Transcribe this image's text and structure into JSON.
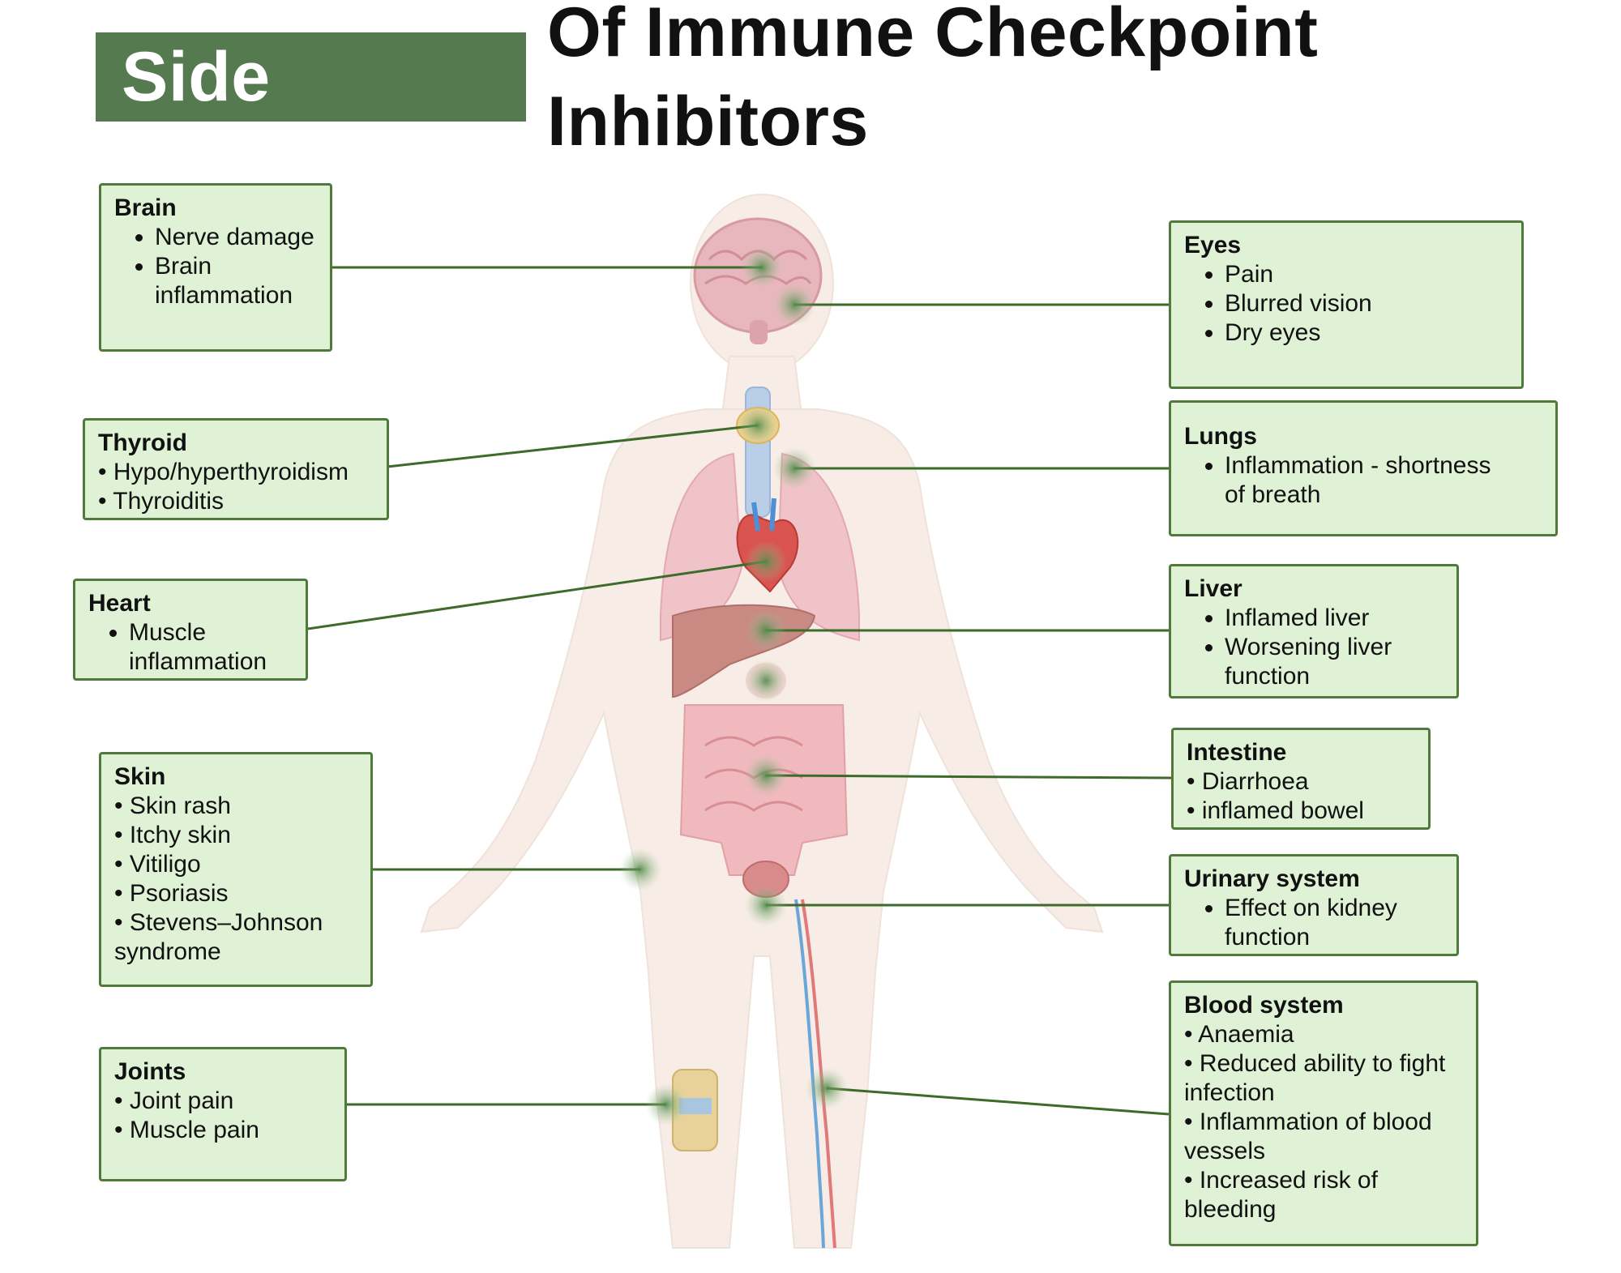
{
  "title": {
    "highlight": "Side Effects",
    "rest": "Of Immune Checkpoint Inhibitors"
  },
  "colors": {
    "accent": "#557a4f",
    "box_fill": "#e0f2d6",
    "box_border": "#4f7a3c",
    "leader": "#3d6b2a"
  },
  "callouts": {
    "brain": {
      "heading": "Brain",
      "items": [
        "Nerve damage",
        "Brain inflammation"
      ]
    },
    "thyroid": {
      "heading": "Thyroid",
      "lines": [
        "• Hypo/hyperthyroidism",
        "• Thyroiditis"
      ]
    },
    "heart": {
      "heading": "Heart",
      "items": [
        "Muscle inflammation"
      ]
    },
    "skin": {
      "heading": "Skin",
      "lines": [
        "• Skin rash",
        "• Itchy skin",
        "• Vitiligo",
        "• Psoriasis",
        "• Stevens–Johnson syndrome"
      ]
    },
    "joints": {
      "heading": "Joints",
      "lines": [
        "• Joint pain",
        "• Muscle pain"
      ]
    },
    "eyes": {
      "heading": "Eyes",
      "items": [
        "Pain",
        "Blurred vision",
        "Dry eyes"
      ]
    },
    "lungs": {
      "heading": "Lungs",
      "items": [
        "Inflammation - shortness of breath"
      ]
    },
    "liver": {
      "heading": "Liver",
      "items": [
        "Inflamed liver",
        "Worsening liver function"
      ]
    },
    "intestine": {
      "heading": "Intestine",
      "lines": [
        "• Diarrhoea",
        "• inflamed bowel"
      ]
    },
    "urinary": {
      "heading": "Urinary system",
      "items": [
        "Effect on kidney function"
      ]
    },
    "blood": {
      "heading": "Blood system",
      "lines": [
        "• Anaemia",
        "• Reduced ability to fight infection",
        "• Inflammation of blood vessels",
        "• Increased risk of bleeding"
      ]
    }
  }
}
